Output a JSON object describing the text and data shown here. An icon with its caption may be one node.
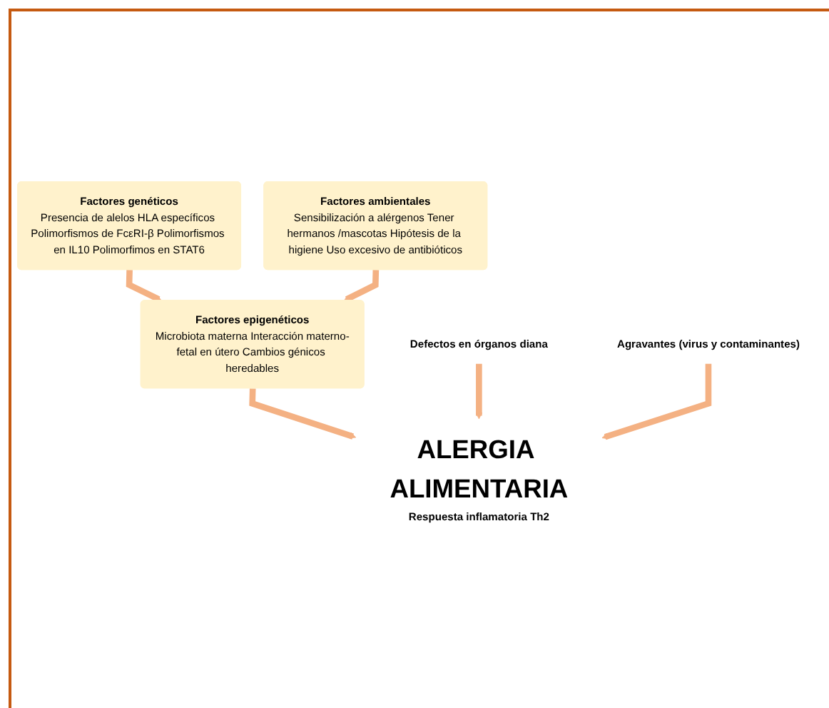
{
  "diagram": {
    "nodes": [
      {
        "text": [
          "Factores genéticos",
          "Presencia de alelos HLA específicos Polimorfismos de FcεRI-β Polimorfismos en IL10 Polimorfimos en STAT6"
        ]
      },
      {
        "text": [
          "Factores ambientales",
          "Sensibilización a alérgenos Tener hermanos /mascotas Hipótesis de la higiene Uso excesivo de antibióticos"
        ]
      },
      {
        "text": [
          "Factores epigenéticos",
          "Microbiota materna Interacción materno-fetal en útero Cambios génicos heredables"
        ]
      },
      {
        "text": [
          "Defectos en órganos diana"
        ]
      },
      {
        "text": [
          "Agravantes (virus y contaminantes)"
        ]
      },
      {
        "text": [
          "ALERGIA ALIMENTARIA",
          "Respuesta inflamatoria Th2"
        ]
      }
    ],
    "edges": [
      {
        "from": 0,
        "to": 2,
        "arrow": "to"
      },
      {
        "from": 1,
        "to": 2,
        "arrow": "to"
      },
      {
        "from": 2,
        "to": 5,
        "arrow": "to"
      },
      {
        "from": 3,
        "to": 5,
        "arrow": "to"
      },
      {
        "from": 4,
        "to": 5,
        "arrow": "to"
      }
    ]
  }
}
